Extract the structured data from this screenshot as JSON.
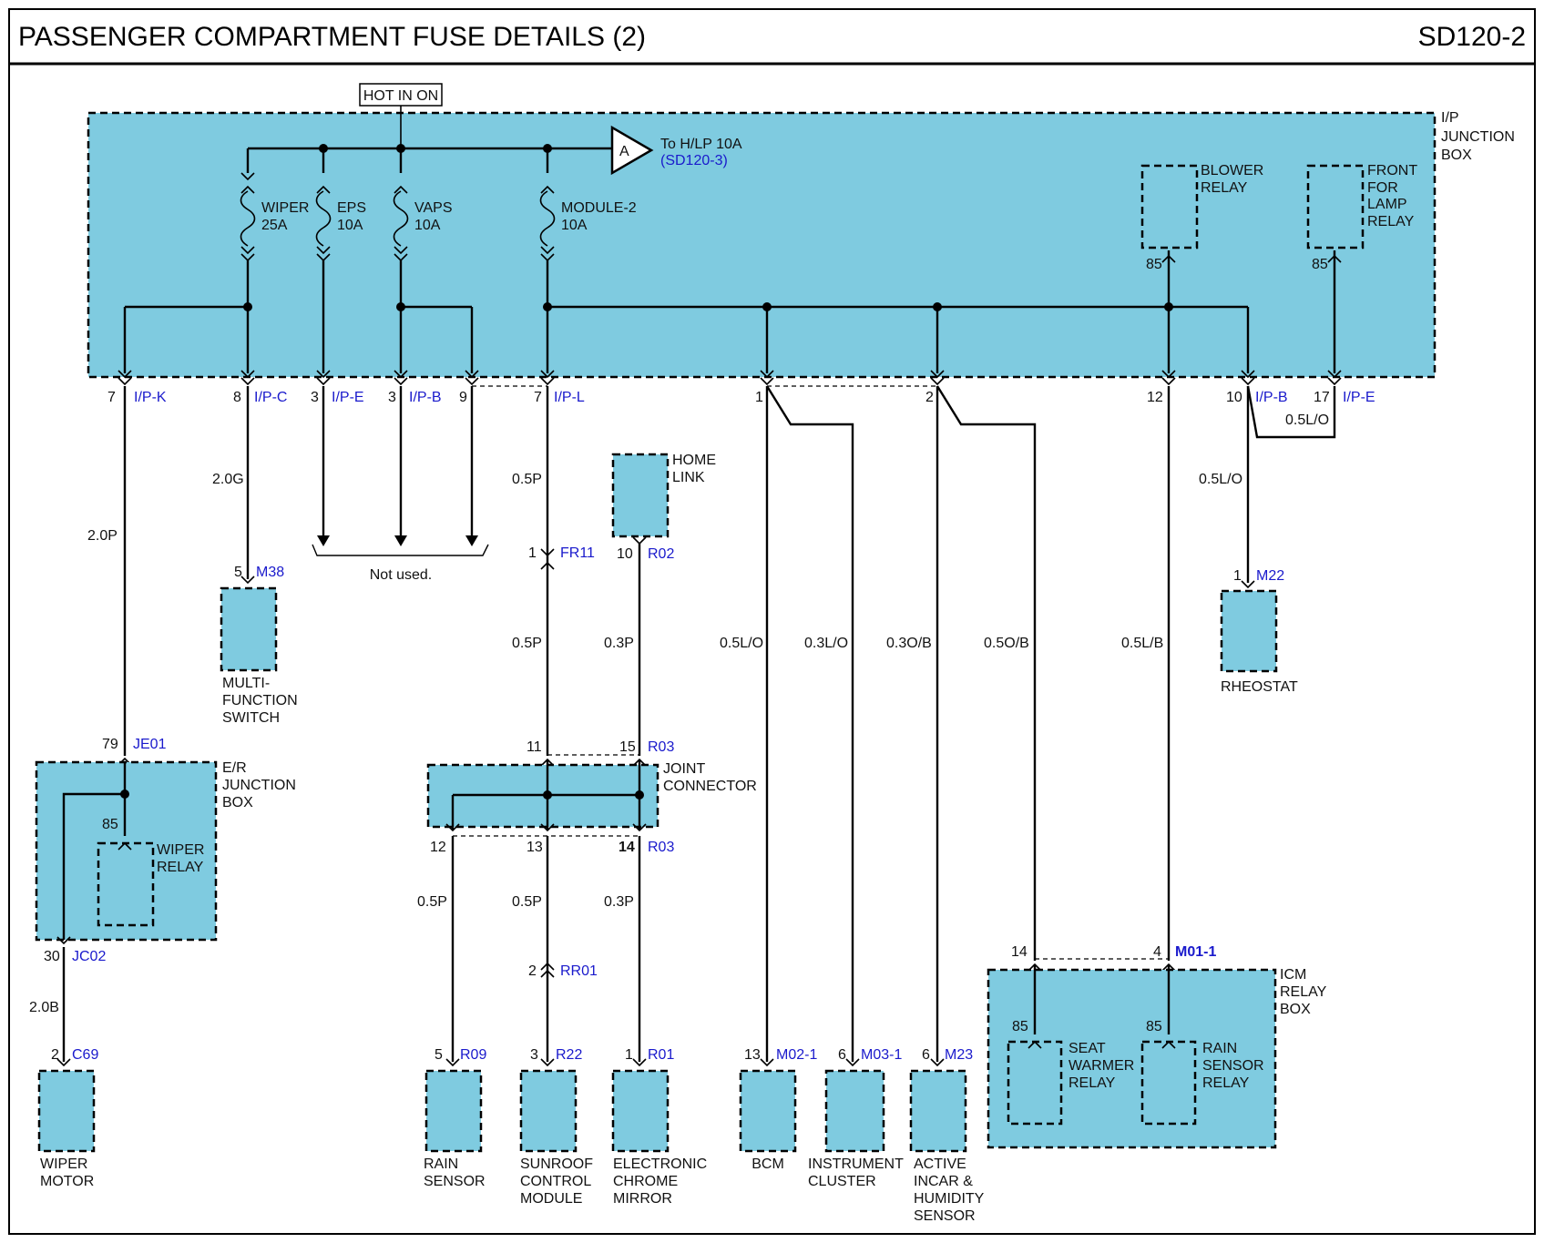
{
  "header": {
    "title": "PASSENGER COMPARTMENT FUSE DETAILS (2)",
    "code": "SD120-2"
  },
  "power_source": "HOT IN ON",
  "offpage": {
    "letter": "A",
    "line1": "To H/LP 10A",
    "line2": "(SD120-3)"
  },
  "ip_box": {
    "line1": "I/P",
    "line2": "JUNCTION",
    "line3": "BOX"
  },
  "fuses": [
    {
      "name": "WIPER",
      "rating": "25A"
    },
    {
      "name": "EPS",
      "rating": "10A"
    },
    {
      "name": "VAPS",
      "rating": "10A"
    },
    {
      "name": "MODULE-2",
      "rating": "10A"
    }
  ],
  "relays_ip": {
    "blower": {
      "line1": "BLOWER",
      "line2": "RELAY",
      "pin": "85"
    },
    "front_fog": {
      "line1": "FRONT",
      "line2": "FOR",
      "line3": "LAMP",
      "line4": "RELAY",
      "pin": "85"
    }
  },
  "ip_terminals": [
    {
      "pin": "7",
      "conn": "I/P-K"
    },
    {
      "pin": "8",
      "conn": "I/P-C"
    },
    {
      "pin": "3",
      "conn": "I/P-E"
    },
    {
      "pin": "3",
      "conn": "I/P-B"
    },
    {
      "pin": "9",
      "conn": ""
    },
    {
      "pin": "7",
      "conn": "I/P-L"
    },
    {
      "pin": "1",
      "conn": ""
    },
    {
      "pin": "2",
      "conn": ""
    },
    {
      "pin": "12",
      "conn": ""
    },
    {
      "pin": "10",
      "conn": "I/P-B"
    },
    {
      "pin": "17",
      "conn": "I/P-E"
    }
  ],
  "wires": {
    "w_20P": "2.0P",
    "w_20G": "2.0G",
    "w_05P_a": "0.5P",
    "w_05P_b": "0.5P",
    "w_03P_a": "0.3P",
    "w_05LO_bcm": "0.5L/O",
    "w_03LO": "0.3L/O",
    "w_03OB": "0.3O/B",
    "w_05OB": "0.5O/B",
    "w_05LB": "0.5L/B",
    "w_05LO_jump": "0.5L/O",
    "w_05LO_rheo": "0.5L/O",
    "w_20B": "2.0B",
    "w_05P_rain": "0.5P",
    "w_05P_sun": "0.5P",
    "w_03P_mirror": "0.3P"
  },
  "not_used": "Not used.",
  "home_link": {
    "line1": "HOME",
    "line2": "LINK",
    "pin": "10",
    "conn": "R02"
  },
  "fr11": {
    "pin": "1",
    "conn": "FR11"
  },
  "m38": {
    "pin": "5",
    "conn": "M38"
  },
  "multi_switch": {
    "line1": "MULTI-",
    "line2": "FUNCTION",
    "line3": "SWITCH"
  },
  "m22": {
    "pin": "1",
    "conn": "M22"
  },
  "rheostat": "RHEOSTAT",
  "er_box": {
    "line1": "E/R",
    "line2": "JUNCTION",
    "line3": "BOX",
    "in_pin": "79",
    "in_conn": "JE01",
    "relay_pin": "85",
    "relay_line1": "WIPER",
    "relay_line2": "RELAY",
    "out_pin": "30",
    "out_conn": "JC02"
  },
  "c69": {
    "pin": "2",
    "conn": "C69"
  },
  "wiper_motor": {
    "line1": "WIPER",
    "line2": "MOTOR"
  },
  "joint": {
    "line1": "JOINT",
    "line2": "CONNECTOR",
    "pin_in1": "11",
    "pin_in2": "15",
    "conn_in": "R03",
    "pin_out1": "12",
    "pin_out2": "13",
    "pin_out3": "14",
    "conn_out": "R03"
  },
  "rr01": {
    "pin": "2",
    "conn": "RR01"
  },
  "r09": {
    "pin": "5",
    "conn": "R09"
  },
  "r22": {
    "pin": "3",
    "conn": "R22"
  },
  "r01": {
    "pin": "1",
    "conn": "R01"
  },
  "rain_sensor": {
    "line1": "RAIN",
    "line2": "SENSOR"
  },
  "sunroof": {
    "line1": "SUNROOF",
    "line2": "CONTROL",
    "line3": "MODULE"
  },
  "mirror": {
    "line1": "ELECTRONIC",
    "line2": "CHROME",
    "line3": "MIRROR"
  },
  "m021": {
    "pin": "13",
    "conn": "M02-1"
  },
  "m031": {
    "pin": "6",
    "conn": "M03-1"
  },
  "m23": {
    "pin": "6",
    "conn": "M23"
  },
  "bcm": "BCM",
  "cluster": {
    "line1": "INSTRUMENT",
    "line2": "CLUSTER"
  },
  "incar": {
    "line1": "ACTIVE",
    "line2": "INCAR &",
    "line3": "HUMIDITY",
    "line4": "SENSOR"
  },
  "icm": {
    "line1": "ICM",
    "line2": "RELAY",
    "line3": "BOX",
    "pin_a": "14",
    "pin_b": "4",
    "conn": "M01-1",
    "seat_pin": "85",
    "seat1": "SEAT",
    "seat2": "WARMER",
    "seat3": "RELAY",
    "rain_pin": "85",
    "rain1": "RAIN",
    "rain2": "SENSOR",
    "rain3": "RELAY"
  }
}
